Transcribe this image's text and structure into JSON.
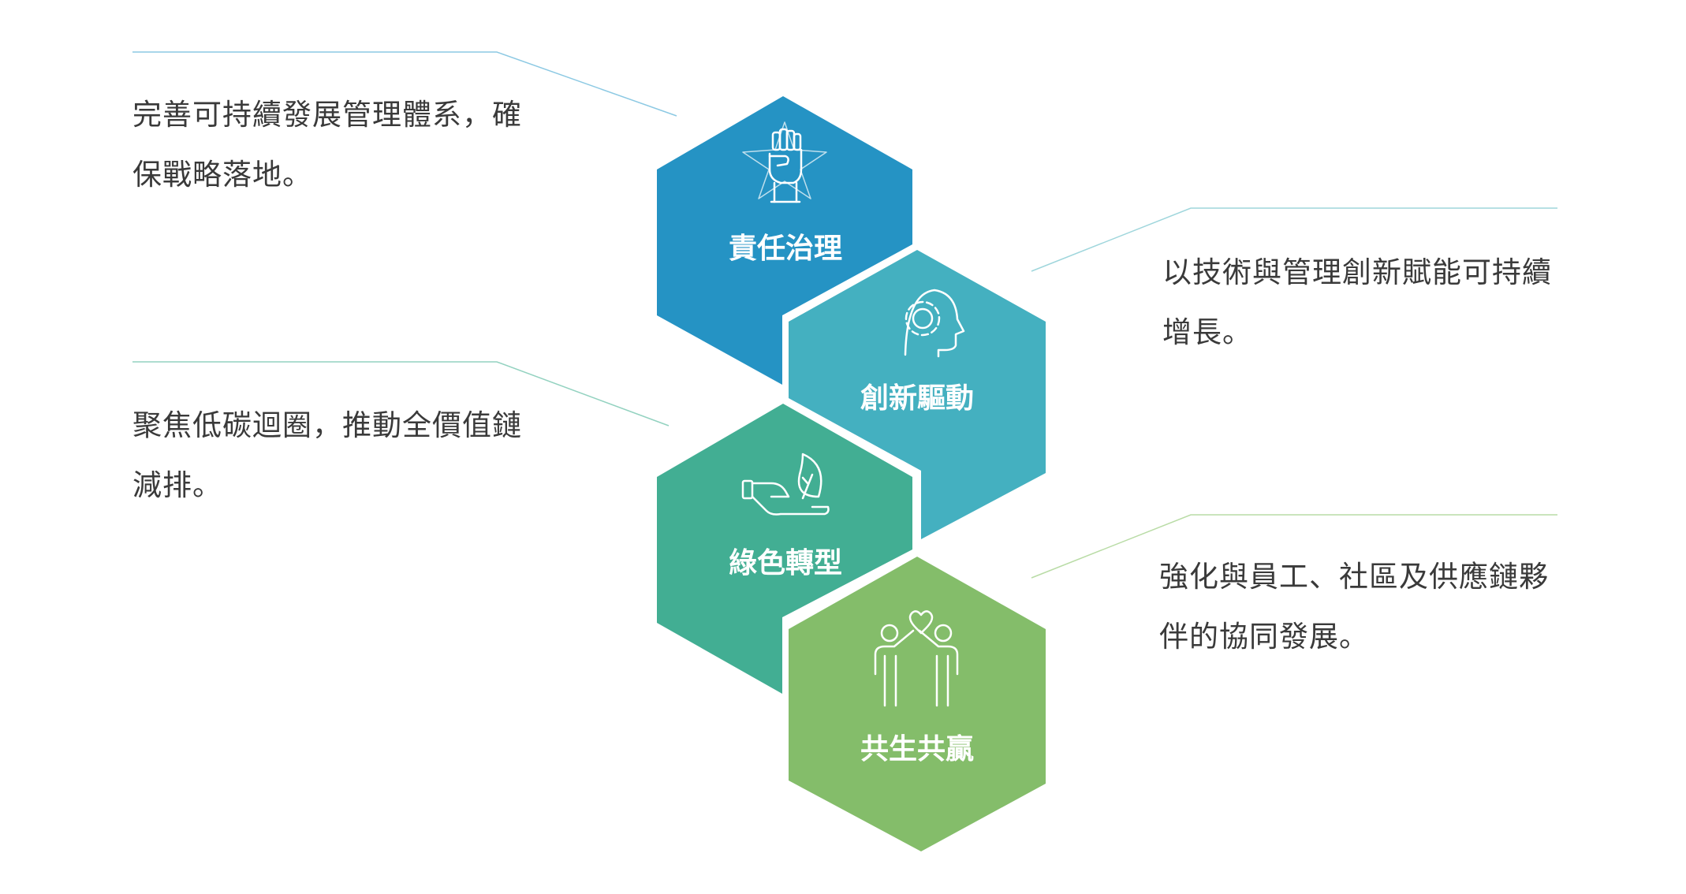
{
  "pillars": [
    {
      "label": "責任治理",
      "color": "#2593c4",
      "icon": "raised-fist-star-icon",
      "description": [
        "完善可持續發展管理體系，確",
        "保戰略落地。"
      ]
    },
    {
      "label": "創新驅動",
      "color": "#44b0c0",
      "icon": "head-gear-icon",
      "description": [
        "以技術與管理創新賦能可持續",
        "增長。"
      ]
    },
    {
      "label": "綠色轉型",
      "color": "#42ae93",
      "icon": "hand-leaf-icon",
      "description": [
        "聚焦低碳迴圈，推動全價值鏈",
        "減排。"
      ]
    },
    {
      "label": "共生共贏",
      "color": "#84bd6a",
      "icon": "two-people-heart-icon",
      "description": [
        "強化與員工、社區及供應鏈夥",
        "伴的協同發展。"
      ]
    }
  ]
}
